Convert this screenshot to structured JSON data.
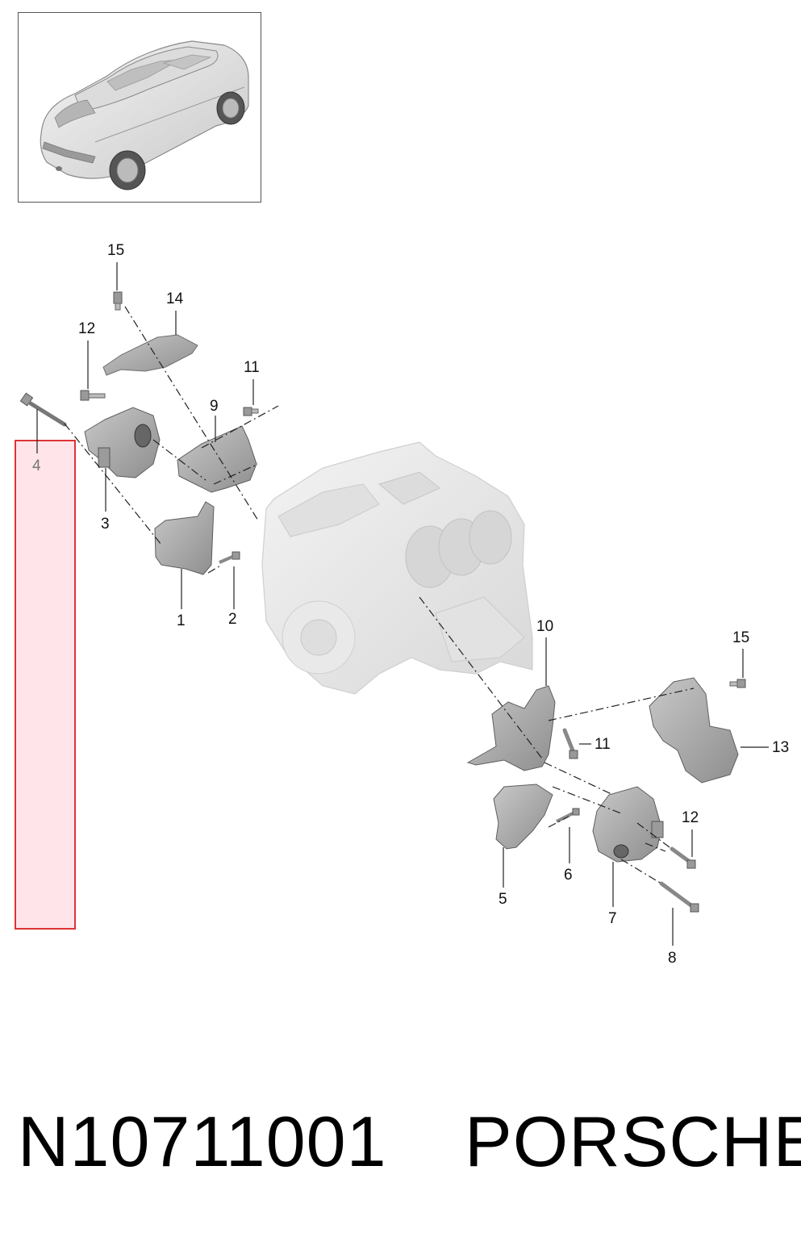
{
  "thumbnail": {
    "icon": "car-suv-icon"
  },
  "callouts": [
    {
      "id": "c15a",
      "label": "15"
    },
    {
      "id": "c14",
      "label": "14"
    },
    {
      "id": "c12a",
      "label": "12"
    },
    {
      "id": "c11a",
      "label": "11"
    },
    {
      "id": "c9",
      "label": "9"
    },
    {
      "id": "c4",
      "label": "4"
    },
    {
      "id": "c3",
      "label": "3"
    },
    {
      "id": "c1",
      "label": "1"
    },
    {
      "id": "c2",
      "label": "2"
    },
    {
      "id": "c10",
      "label": "10"
    },
    {
      "id": "c15b",
      "label": "15"
    },
    {
      "id": "c11b",
      "label": "11"
    },
    {
      "id": "c13",
      "label": "13"
    },
    {
      "id": "c12b",
      "label": "12"
    },
    {
      "id": "c6",
      "label": "6"
    },
    {
      "id": "c5",
      "label": "5"
    },
    {
      "id": "c7",
      "label": "7"
    },
    {
      "id": "c8",
      "label": "8"
    }
  ],
  "highlighted_part": "4",
  "colors": {
    "highlight_fill": "#ffd2dc",
    "highlight_border": "#d33333",
    "part_gray": "#a9a9a9",
    "engine_gray": "#e6e6e6"
  },
  "footer": {
    "part_number": "N10711001",
    "brand": "PORSCHE"
  }
}
